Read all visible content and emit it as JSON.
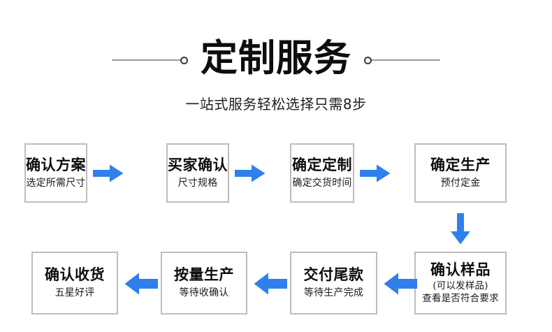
{
  "header": {
    "title": "定制服务",
    "subtitle": "一站式服务轻松选择只需8步",
    "decor_left_icon": "line-circle-decoration",
    "decor_right_icon": "circle-line-decoration"
  },
  "colors": {
    "arrow_blue": "#2f80ed",
    "box_border": "#bdbdbd",
    "text": "#0d0d0d",
    "decor_line": "#9a9a9a",
    "background": "#ffffff"
  },
  "flow": {
    "steps": [
      {
        "id": 1,
        "title": "确认方案",
        "sub": "选定所需尺寸",
        "sub2": ""
      },
      {
        "id": 2,
        "title": "买家确认",
        "sub": "尺寸规格",
        "sub2": ""
      },
      {
        "id": 3,
        "title": "确定定制",
        "sub": "确定交货时间",
        "sub2": ""
      },
      {
        "id": 4,
        "title": "确定生产",
        "sub": "预付定金",
        "sub2": ""
      },
      {
        "id": 5,
        "title": "确认样品",
        "sub": "(可以发样品)",
        "sub2": "查看是否符合要求"
      },
      {
        "id": 6,
        "title": "交付尾款",
        "sub": "等待生产完成",
        "sub2": ""
      },
      {
        "id": 7,
        "title": "按量生产",
        "sub": "等待收确认",
        "sub2": ""
      },
      {
        "id": 8,
        "title": "确认收货",
        "sub": "五星好评",
        "sub2": ""
      }
    ],
    "connectors": [
      {
        "id": "c1",
        "direction": "right",
        "from": 1,
        "to": 2
      },
      {
        "id": "c2",
        "direction": "right",
        "from": 2,
        "to": 3
      },
      {
        "id": "c3",
        "direction": "right",
        "from": 3,
        "to": 4
      },
      {
        "id": "c4",
        "direction": "down",
        "from": 4,
        "to": 5
      },
      {
        "id": "c5",
        "direction": "left",
        "from": 5,
        "to": 6
      },
      {
        "id": "c6",
        "direction": "left",
        "from": 6,
        "to": 7
      },
      {
        "id": "c7",
        "direction": "left",
        "from": 7,
        "to": 8
      }
    ]
  }
}
